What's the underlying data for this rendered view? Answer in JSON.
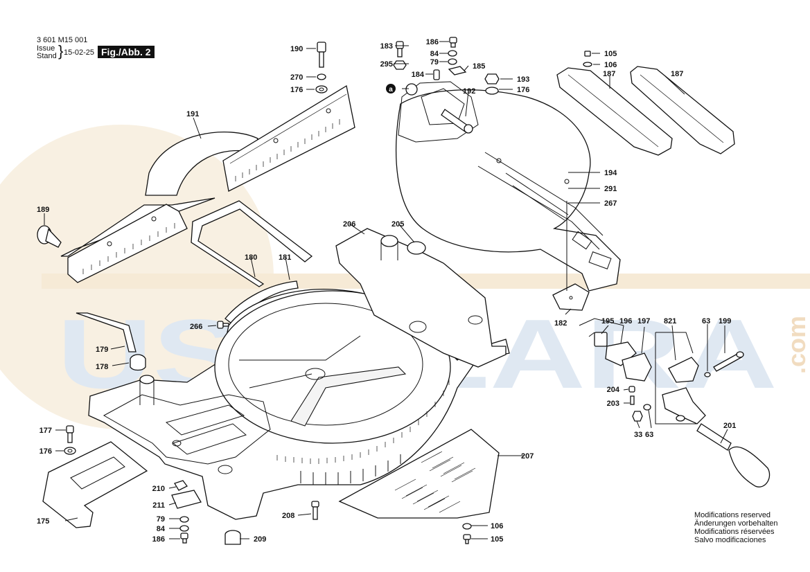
{
  "header": {
    "doc_number": "3 601 M15 001",
    "issue_label": "Issue",
    "stand_label": "Stand",
    "brace": "}",
    "issue_date": "15-02-25",
    "figure_label": "Fig./Abb. 2"
  },
  "watermark": {
    "text": "USTALARA",
    "suffix": ".com",
    "colors": {
      "text": "#dfe8f2",
      "accent": "#f6ead6",
      "suffix": "#f1dcc0"
    }
  },
  "parts": [
    {
      "id": "p190",
      "label": "190"
    },
    {
      "id": "p270",
      "label": "270"
    },
    {
      "id": "p176a",
      "label": "176"
    },
    {
      "id": "p191",
      "label": "191"
    },
    {
      "id": "p189",
      "label": "189"
    },
    {
      "id": "p183",
      "label": "183"
    },
    {
      "id": "p295",
      "label": "295"
    },
    {
      "id": "p186a",
      "label": "186"
    },
    {
      "id": "p84a",
      "label": "84"
    },
    {
      "id": "p79a",
      "label": "79"
    },
    {
      "id": "p185",
      "label": "185"
    },
    {
      "id": "p184",
      "label": "184"
    },
    {
      "id": "p193",
      "label": "193"
    },
    {
      "id": "p176b",
      "label": "176"
    },
    {
      "id": "p192",
      "label": "192"
    },
    {
      "id": "p105a",
      "label": "105"
    },
    {
      "id": "p106a",
      "label": "106"
    },
    {
      "id": "p187a",
      "label": "187"
    },
    {
      "id": "p187b",
      "label": "187"
    },
    {
      "id": "p194",
      "label": "194"
    },
    {
      "id": "p291",
      "label": "291"
    },
    {
      "id": "p267",
      "label": "267"
    },
    {
      "id": "p206",
      "label": "206"
    },
    {
      "id": "p205",
      "label": "205"
    },
    {
      "id": "p180",
      "label": "180"
    },
    {
      "id": "p181",
      "label": "181"
    },
    {
      "id": "p182",
      "label": "182"
    },
    {
      "id": "p266",
      "label": "266"
    },
    {
      "id": "p179",
      "label": "179"
    },
    {
      "id": "p178",
      "label": "178"
    },
    {
      "id": "p195",
      "label": "195"
    },
    {
      "id": "p196",
      "label": "196"
    },
    {
      "id": "p197",
      "label": "197"
    },
    {
      "id": "p821",
      "label": "821"
    },
    {
      "id": "p63a",
      "label": "63"
    },
    {
      "id": "p199",
      "label": "199"
    },
    {
      "id": "p204",
      "label": "204"
    },
    {
      "id": "p203",
      "label": "203"
    },
    {
      "id": "p33",
      "label": "33"
    },
    {
      "id": "p63b",
      "label": "63"
    },
    {
      "id": "p201",
      "label": "201"
    },
    {
      "id": "p177",
      "label": "177"
    },
    {
      "id": "p176c",
      "label": "176"
    },
    {
      "id": "p207",
      "label": "207"
    },
    {
      "id": "p210",
      "label": "210"
    },
    {
      "id": "p211",
      "label": "211"
    },
    {
      "id": "p79b",
      "label": "79"
    },
    {
      "id": "p84b",
      "label": "84"
    },
    {
      "id": "p186b",
      "label": "186"
    },
    {
      "id": "p175",
      "label": "175"
    },
    {
      "id": "p208",
      "label": "208"
    },
    {
      "id": "p209",
      "label": "209"
    },
    {
      "id": "p106b",
      "label": "106"
    },
    {
      "id": "p105b",
      "label": "105"
    }
  ],
  "callout_a": "a",
  "modifications": [
    "Modifications reserved",
    "Änderungen vorbehalten",
    "Modifications réservées",
    "Salvo modificaciones"
  ]
}
